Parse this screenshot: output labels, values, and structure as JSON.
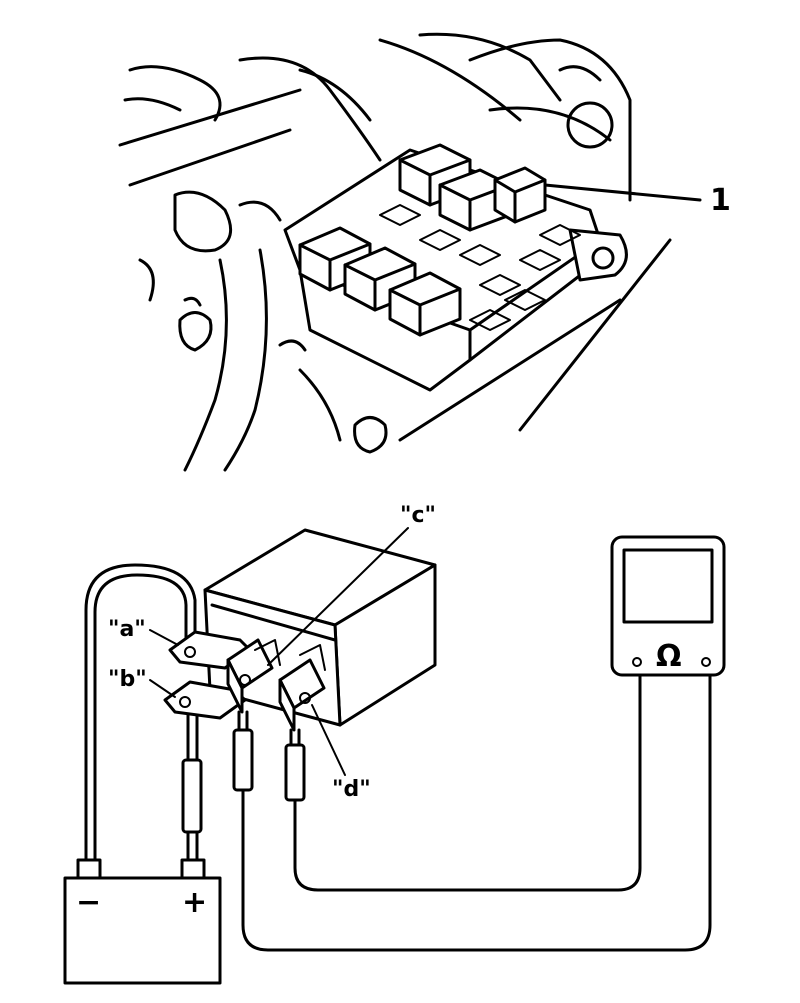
{
  "callout_number": "1",
  "terminal_labels": {
    "a": "\"a\"",
    "b": "\"b\"",
    "c": "\"c\"",
    "d": "\"d\""
  },
  "battery": {
    "negative": "−",
    "positive": "+"
  },
  "meter_symbol": "Ω"
}
